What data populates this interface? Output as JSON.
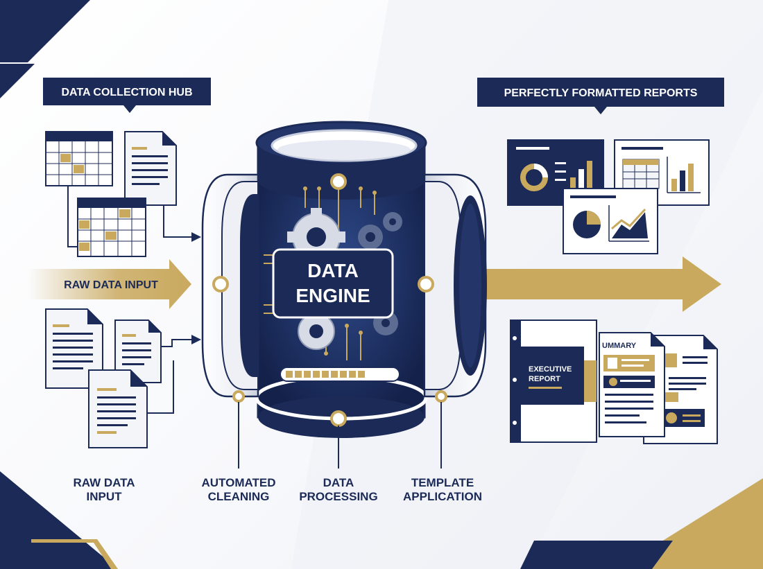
{
  "colors": {
    "navy": "#1b2a56",
    "gold": "#c9a95e",
    "white": "#ffffff",
    "paper": "#f4f5f9"
  },
  "labels": {
    "collection_hub": "DATA COLLECTION HUB",
    "formatted_reports": "PERFECTLY FORMATTED REPORTS",
    "raw_input_arrow": "RAW DATA INPUT",
    "engine_line1": "DATA",
    "engine_line2": "ENGINE",
    "executive_report_line1": "EXECUTIVE",
    "executive_report_line2": "REPORT",
    "summary": "UMMARY"
  },
  "stages": [
    {
      "line1": "RAW DATA",
      "line2": "INPUT"
    },
    {
      "line1": "AUTOMATED",
      "line2": "CLEANING"
    },
    {
      "line1": "DATA",
      "line2": "PROCESSING"
    },
    {
      "line1": "TEMPLATE",
      "line2": "APPLICATION"
    }
  ],
  "progress": {
    "filled_fraction": 0.75
  }
}
